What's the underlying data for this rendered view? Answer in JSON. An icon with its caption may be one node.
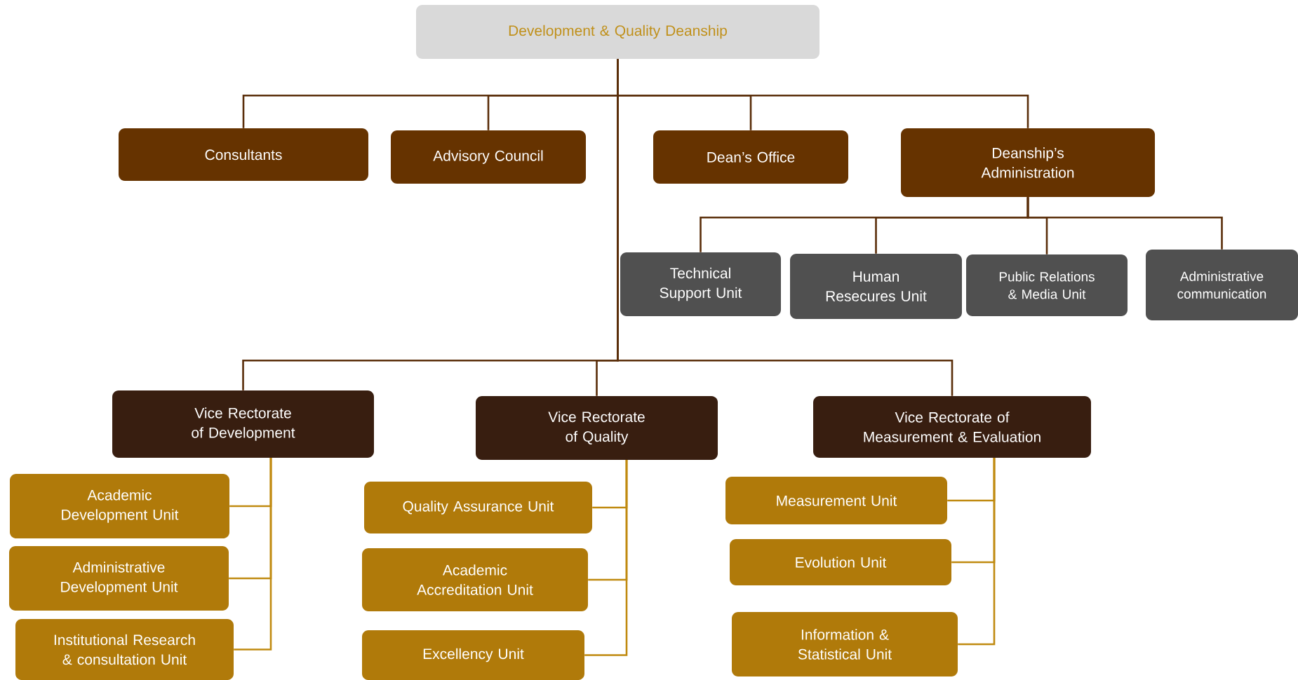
{
  "diagram": {
    "nodes": [
      {
        "text": [
          "Development & Quality Deanship"
        ]
      },
      {
        "text": [
          "Consultants"
        ]
      },
      {
        "text": [
          "Advisory Council"
        ]
      },
      {
        "text": [
          "Dean’s Office"
        ]
      },
      {
        "text": [
          "Deanship’s Administration"
        ]
      },
      {
        "text": [
          "Technical Support Unit"
        ]
      },
      {
        "text": [
          "Human Resecures Unit"
        ]
      },
      {
        "text": [
          "Public Relations & Media Unit"
        ]
      },
      {
        "text": [
          "Administrative communication"
        ]
      },
      {
        "text": [
          "Vice Rectorate of Development"
        ]
      },
      {
        "text": [
          "Vice Rectorate of Quality"
        ]
      },
      {
        "text": [
          "Vice Rectorate of Measurement & Evaluation"
        ]
      },
      {
        "text": [
          "Academic Development Unit"
        ]
      },
      {
        "text": [
          "Administrative Development Unit"
        ]
      },
      {
        "text": [
          "Institutional Research & consultation Unit"
        ]
      },
      {
        "text": [
          "Quality Assurance Unit"
        ]
      },
      {
        "text": [
          "Academic Accreditation Unit"
        ]
      },
      {
        "text": [
          "Excellency Unit"
        ]
      },
      {
        "text": [
          "Measurement Unit"
        ]
      },
      {
        "text": [
          "Evolution Unit"
        ]
      },
      {
        "text": [
          "Information & Statistical Unit"
        ]
      }
    ],
    "edges": [
      {
        "from": 0,
        "to": 1,
        "arrow": "none"
      },
      {
        "from": 0,
        "to": 2,
        "arrow": "none"
      },
      {
        "from": 0,
        "to": 3,
        "arrow": "none"
      },
      {
        "from": 0,
        "to": 4,
        "arrow": "none"
      },
      {
        "from": 4,
        "to": 5,
        "arrow": "none"
      },
      {
        "from": 4,
        "to": 6,
        "arrow": "none"
      },
      {
        "from": 4,
        "to": 7,
        "arrow": "none"
      },
      {
        "from": 4,
        "to": 8,
        "arrow": "none"
      },
      {
        "from": 0,
        "to": 9,
        "arrow": "none"
      },
      {
        "from": 0,
        "to": 10,
        "arrow": "none"
      },
      {
        "from": 0,
        "to": 11,
        "arrow": "none"
      },
      {
        "from": 9,
        "to": 12,
        "arrow": "none",
        "color": "#c08a10"
      },
      {
        "from": 9,
        "to": 13,
        "arrow": "none",
        "color": "#c08a10"
      },
      {
        "from": 9,
        "to": 14,
        "arrow": "none",
        "color": "#c08a10"
      },
      {
        "from": 10,
        "to": 15,
        "arrow": "none",
        "color": "#c08a10"
      },
      {
        "from": 10,
        "to": 16,
        "arrow": "none",
        "color": "#c08a10"
      },
      {
        "from": 10,
        "to": 17,
        "arrow": "none",
        "color": "#c08a10"
      },
      {
        "from": 11,
        "to": 18,
        "arrow": "none",
        "color": "#c08a10"
      },
      {
        "from": 11,
        "to": 19,
        "arrow": "none",
        "color": "#c08a10"
      },
      {
        "from": 11,
        "to": 20,
        "arrow": "none",
        "color": "#c08a10"
      }
    ]
  }
}
